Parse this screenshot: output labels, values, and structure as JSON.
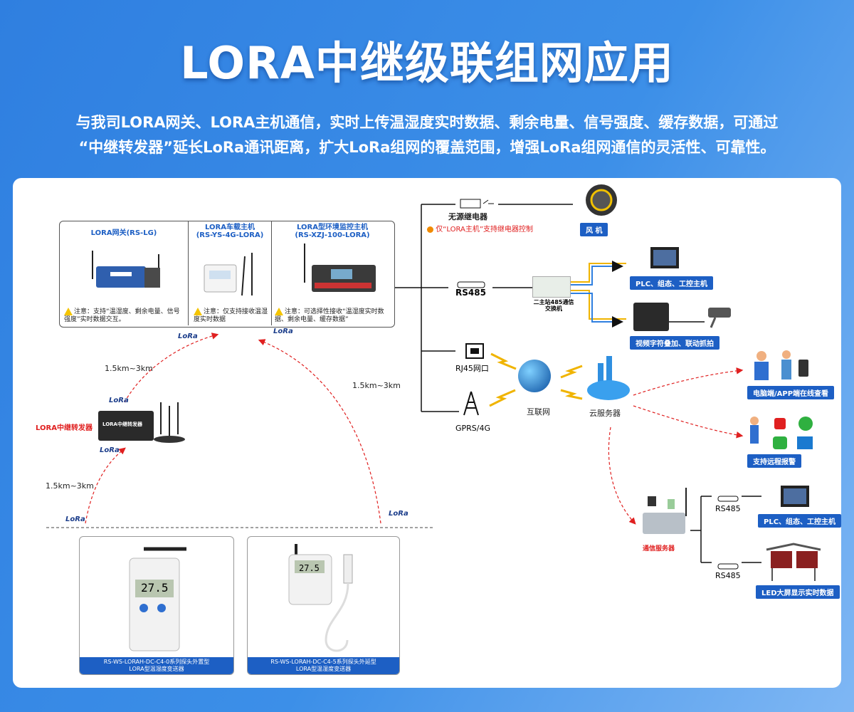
{
  "title": "LORA中继级联组网应用",
  "intro": {
    "line1": "与我司LORA网关、LORA主机通信，实时上传温湿度实时数据、剩余电量、信号强度、缓存数据，可通过",
    "line2": "“中继转发器”延长LoRa通讯距离，扩大LoRa组网的覆盖范围，增强LoRa组网通信的灵活性、可靠性。"
  },
  "devices": {
    "gateway": {
      "title": "LORA网关(RS-LG)",
      "note": "注意：支持“温湿度、剩余电量、信号强度”实时数据交互。"
    },
    "vehicle": {
      "title": "LORA车载主机",
      "model": "(RS-YS-4G-LORA)",
      "note": "注意：仅支持接收温湿度实时数据"
    },
    "monitor": {
      "title": "LORA型环境监控主机",
      "model": "(RS-XZJ-100-LORA)",
      "note": "注意：可选择性接收“温湿度实时数据、剩余电量、缓存数据”"
    }
  },
  "lora_label": "LoRa",
  "distance_label": "1.5km~3km",
  "repeater_label": "LORA中继转发器",
  "repeater_device_text": "LORA中继转发器",
  "products": [
    {
      "caption_line1": "RS-WS-LORAH-DC-C4-0系列探头外置型",
      "caption_line2": "LORA型温湿度变送器",
      "lcd": "27.5"
    },
    {
      "caption_line1": "RS-WS-LORAH-DC-C4-5系列探头外延型",
      "caption_line2": "LORA型温湿度变送器",
      "lcd": "27.5"
    }
  ],
  "right": {
    "relay": "无源继电器",
    "relay_note": "仅“LORA主机”支持继电器控制",
    "fan": "风 机",
    "rs485": "RS485",
    "switch": "二主站485通信交换机",
    "plc": "PLC、组态、工控主机",
    "video": "视频字符叠加、联动抓拍",
    "rj45": "RJ45网口",
    "gprs": "GPRS/4G",
    "internet": "互联网",
    "cloud": "云服务器",
    "pc_app": "电脑端/APP端在线查看",
    "alarm": "支持远程报警",
    "comm_server": "通信服务器",
    "rs485_a": "RS485",
    "rs485_b": "RS485",
    "plc2": "PLC、组态、工控主机",
    "led": "LED大屏显示实时数据"
  },
  "colors": {
    "accent": "#1d5fc4",
    "red": "#e02020",
    "bg_top": "#2f7fe0"
  }
}
